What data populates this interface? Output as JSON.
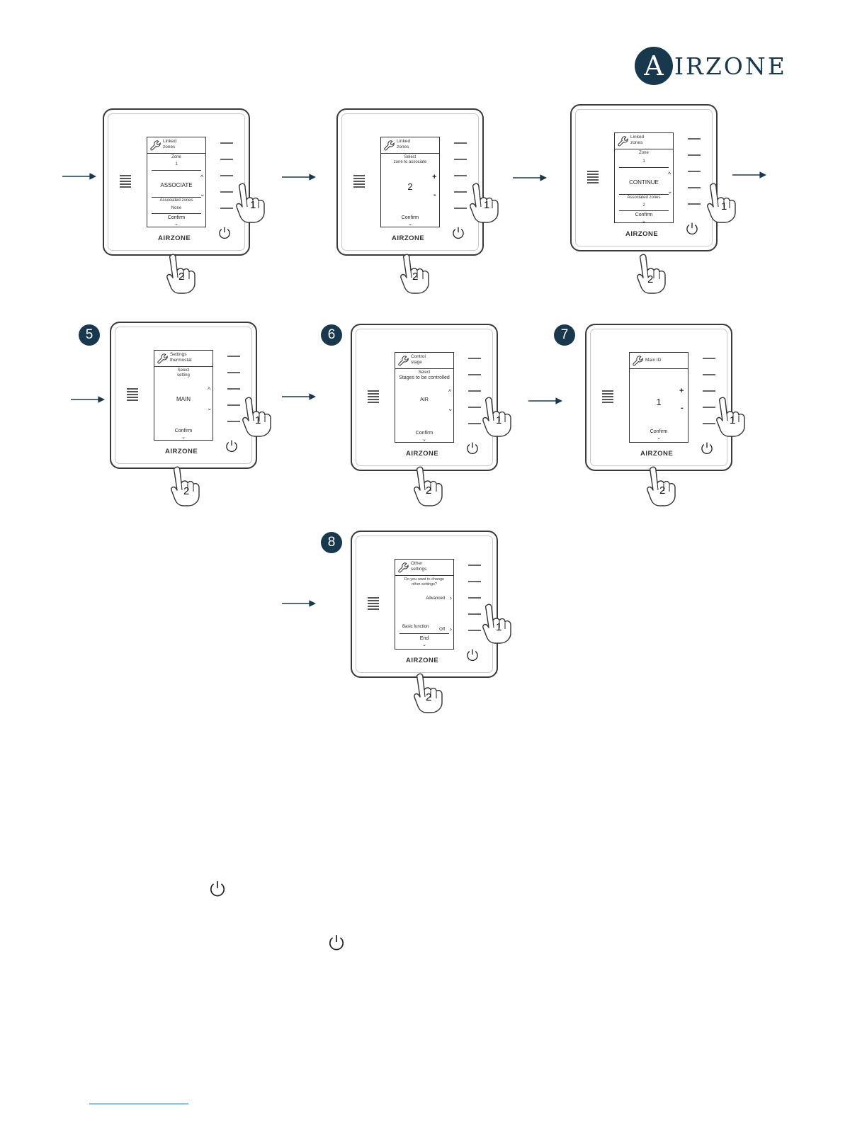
{
  "brand": {
    "logo_letter": "A",
    "logo_rest": "IRZONE",
    "accent": "#18384d"
  },
  "device_brand": "AIRZONE",
  "hand_labels": {
    "tap": "1",
    "press": "2"
  },
  "screens": [
    {
      "id": "s1",
      "title_l1": "Linked",
      "title_l2": "zones",
      "top": "Zone",
      "sub": "1",
      "value": "ASSOCIATE",
      "label": "Associated zones",
      "label_value": "None",
      "confirm": "Confirm"
    },
    {
      "id": "s2",
      "title_l1": "Linked",
      "title_l2": "zones",
      "top": "Select",
      "sub": "zone to associate",
      "value": "2",
      "plus": "+",
      "minus": "-",
      "confirm": "Confirm"
    },
    {
      "id": "s3",
      "title_l1": "Linked",
      "title_l2": "zones",
      "top": "Zone",
      "sub": "1",
      "value": "CONTINUE",
      "label": "Associated zones",
      "label_value": "2",
      "confirm": "Confirm"
    },
    {
      "id": "s5",
      "step": "5",
      "title_l1": "Settings",
      "title_l2": "thermostat",
      "top": "Select",
      "sub": "setting",
      "value": "MAIN",
      "confirm": "Confirm"
    },
    {
      "id": "s6",
      "step": "6",
      "title_l1": "Control",
      "title_l2": "stage",
      "top": "Select",
      "sub": "Stages to be controlled",
      "value": "AIR",
      "confirm": "Confirm"
    },
    {
      "id": "s7",
      "step": "7",
      "title_l1": "Main ID",
      "title_l2": "",
      "value": "1",
      "plus": "+",
      "minus": "-",
      "confirm": "Confirm"
    },
    {
      "id": "s8",
      "step": "8",
      "title_l1": "Other",
      "title_l2": "settings",
      "question_l1": "Do you want to change",
      "question_l2": "other settings?",
      "advanced": "Advanced",
      "basic": "Basic function",
      "basic_value": "Off",
      "end": "End"
    }
  ]
}
